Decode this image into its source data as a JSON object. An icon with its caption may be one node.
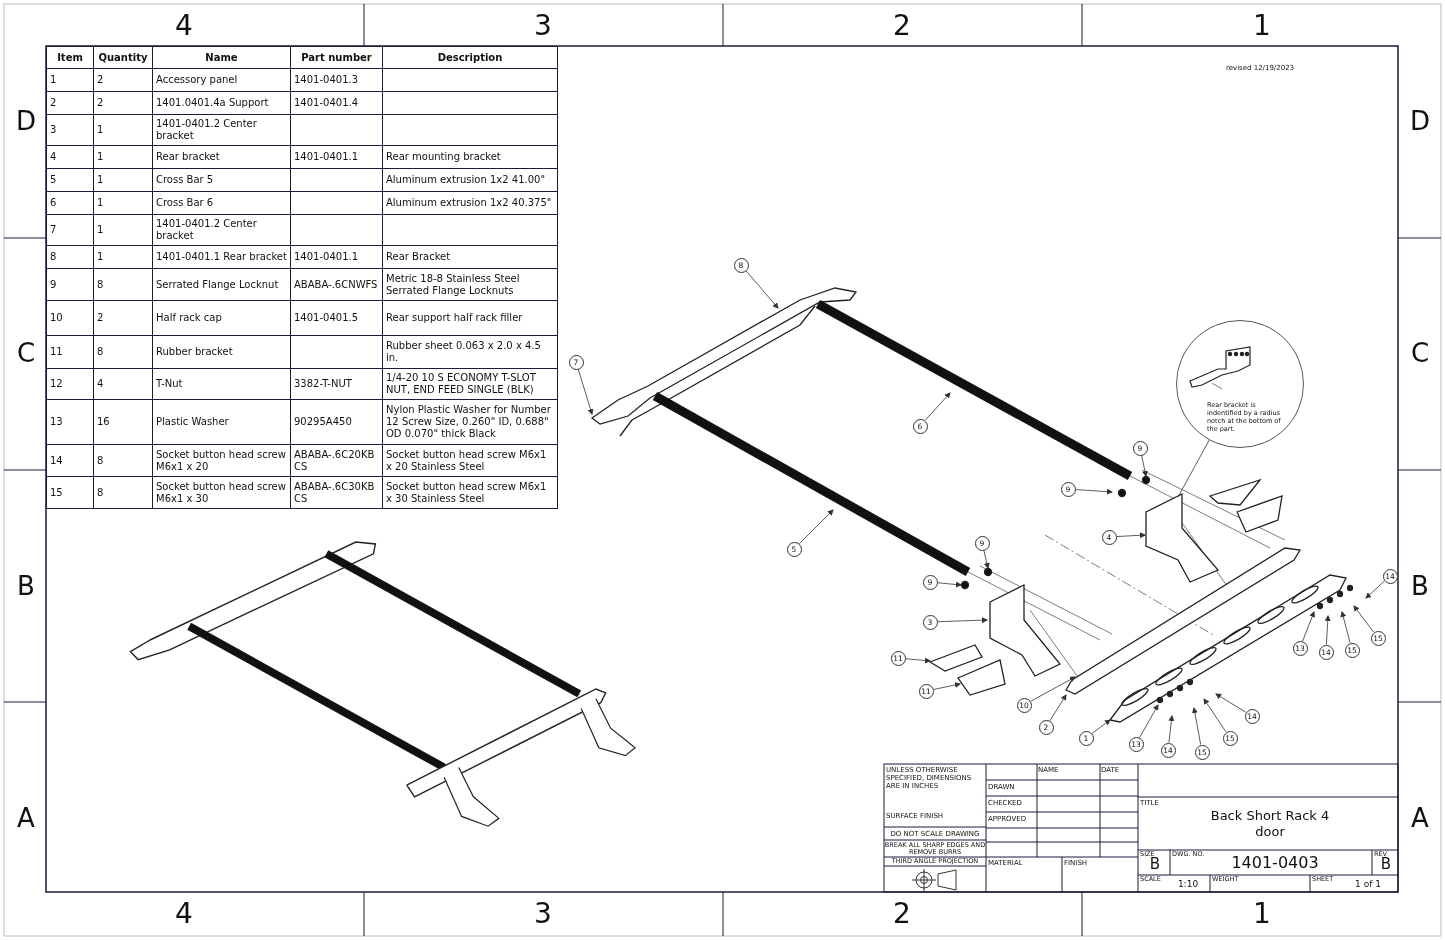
{
  "diagram": {
    "nodes": [
      {
        "text": [
          "8"
        ]
      },
      {
        "text": [
          "7"
        ]
      },
      {
        "text": [
          "6"
        ]
      },
      {
        "text": [
          "5"
        ]
      },
      {
        "text": [
          "9"
        ]
      },
      {
        "text": [
          "9"
        ]
      },
      {
        "text": [
          "4"
        ]
      },
      {
        "text": [
          "9"
        ]
      },
      {
        "text": [
          "9"
        ]
      },
      {
        "text": [
          "3"
        ]
      },
      {
        "text": [
          "11"
        ]
      },
      {
        "text": [
          "11"
        ]
      },
      {
        "text": [
          "10"
        ]
      },
      {
        "text": [
          "2"
        ]
      },
      {
        "text": [
          "1"
        ]
      },
      {
        "text": [
          "13"
        ]
      },
      {
        "text": [
          "14"
        ]
      },
      {
        "text": [
          "15"
        ]
      },
      {
        "text": [
          "15"
        ]
      },
      {
        "text": [
          "14"
        ]
      },
      {
        "text": [
          "13"
        ]
      },
      {
        "text": [
          "14"
        ]
      },
      {
        "text": [
          "15"
        ]
      },
      {
        "text": [
          "15"
        ]
      },
      {
        "text": [
          "14"
        ]
      },
      {
        "text": [
          "Rear bracket is indentified by a radius notch at the bottom of the part."
        ]
      }
    ],
    "edges": [
      {
        "from": 0,
        "to": null,
        "arrow": "to"
      },
      {
        "from": 1,
        "to": null,
        "arrow": "to"
      },
      {
        "from": 2,
        "to": null,
        "arrow": "to"
      },
      {
        "from": 3,
        "to": null,
        "arrow": "to"
      },
      {
        "from": 4,
        "to": null,
        "arrow": "to"
      },
      {
        "from": 5,
        "to": null,
        "arrow": "to"
      },
      {
        "from": 6,
        "to": null,
        "arrow": "to"
      },
      {
        "from": 7,
        "to": null,
        "arrow": "to"
      },
      {
        "from": 8,
        "to": null,
        "arrow": "to"
      },
      {
        "from": 9,
        "to": null,
        "arrow": "to"
      },
      {
        "from": 10,
        "to": null,
        "arrow": "to"
      },
      {
        "from": 11,
        "to": null,
        "arrow": "to"
      },
      {
        "from": 12,
        "to": null,
        "arrow": "to"
      },
      {
        "from": 13,
        "to": null,
        "arrow": "to"
      },
      {
        "from": 14,
        "to": null,
        "arrow": "to"
      },
      {
        "from": 15,
        "to": null,
        "arrow": "to"
      },
      {
        "from": 16,
        "to": null,
        "arrow": "to"
      },
      {
        "from": 17,
        "to": null,
        "arrow": "to"
      },
      {
        "from": 18,
        "to": null,
        "arrow": "to"
      },
      {
        "from": 19,
        "to": null,
        "arrow": "to"
      },
      {
        "from": 20,
        "to": null,
        "arrow": "to"
      },
      {
        "from": 21,
        "to": null,
        "arrow": "to"
      },
      {
        "from": 22,
        "to": null,
        "arrow": "to"
      },
      {
        "from": 23,
        "to": null,
        "arrow": "to"
      },
      {
        "from": 24,
        "to": null,
        "arrow": "to"
      },
      {
        "from": 25,
        "to": null,
        "arrow": "none"
      }
    ],
    "labels": [
      "4",
      "3",
      "2",
      "1",
      "revised 12/19/2023",
      "Item",
      "Quantity",
      "Name",
      "Part number",
      "Description",
      "1",
      "2",
      "Accessory panel",
      "1401-0401.3",
      "2",
      "2",
      "1401.0401.4a Support",
      "1401-0401.4",
      "3",
      "1",
      "1401-0401.2 Center bracket",
      "4",
      "1",
      "Rear bracket",
      "1401-0401.1",
      "Rear mounting bracket",
      "5",
      "1",
      "Cross Bar 5",
      "Aluminum extrusion 1x2 41.00\"",
      "6",
      "1",
      "Cross Bar 6",
      "Aluminum extrusion 1x2 40.375\"",
      "7",
      "1",
      "1401-0401.2 Center bracket",
      "8",
      "1",
      "1401-0401.1 Rear bracket",
      "1401-0401.1",
      "Rear Bracket",
      "9",
      "8",
      "Serrated Flange Locknut",
      "ABABA-.6CNWFS",
      "Metric 18-8 Stainless Steel Serrated Flange Locknuts",
      "10",
      "2",
      "Half rack cap",
      "1401-0401.5",
      "Rear support half rack filler",
      "11",
      "8",
      "Rubber bracket",
      "Rubber sheet 0.063 x 2.0 x 4.5 in.",
      "12",
      "4",
      "T-Nut",
      "3382-T-NUT",
      "1/4-20 10 S ECONOMY T-SLOT NUT, END FEED SINGLE (BLK)",
      "13",
      "16",
      "Plastic Washer",
      "90295A450",
      "Nylon Plastic Washer for Number 12 Screw Size, 0.260\" ID, 0.688\" OD 0.070\" thick Black",
      "14",
      "8",
      "Socket button head screw M6x1 x 20",
      "ABABA-.6C20KBCS",
      "Socket button head screw M6x1 x 20 Stainless Steel",
      "15",
      "8",
      "Socket button head screw M6x1 x 30",
      "ABABA-.6C30KBCS",
      "Socket button head screw M6x1 x 30 Stainless Steel",
      "D",
      "D",
      "C",
      "C",
      "B",
      "B",
      "A",
      "A",
      "UNLESS OTHERWISE SPECIFIED, DIMENSIONS ARE IN INCHES",
      "NAME",
      "DATE",
      "DRAWN",
      "CHECKED",
      "APPROVED",
      "SURFACE FINISH",
      "DO NOT SCALE DRAWING",
      "BREAK ALL SHARP EDGES AND REMOVE BURRS",
      "THIRD ANGLE PROJECTION",
      "MATERIAL",
      "FINISH",
      "TITLE",
      "Back Short Rack 4 door",
      "SIZE",
      "B",
      "DWG. NO.",
      "1401-0403",
      "REV",
      "B",
      "SCALE",
      "1:10",
      "WEIGHT",
      "SHEET",
      "1 of 1",
      "4",
      "3",
      "2",
      "1"
    ]
  }
}
